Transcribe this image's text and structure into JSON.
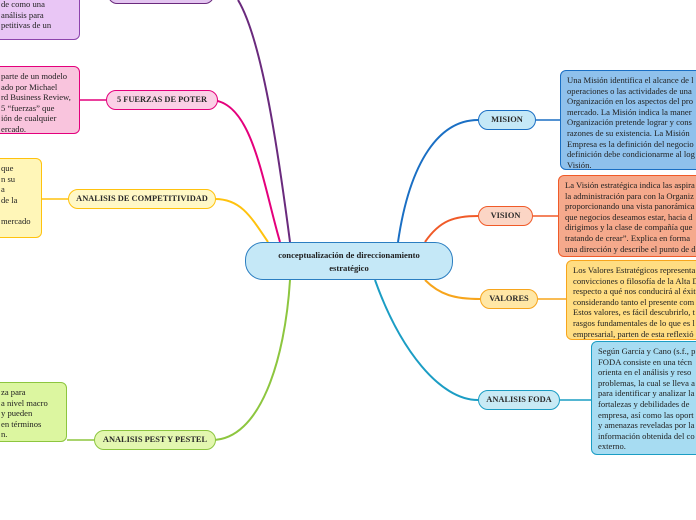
{
  "central": {
    "label": "conceptualización de direccionamiento\nestratégico"
  },
  "colors": {
    "purple": "#6a2a7d",
    "pink": "#e4007c",
    "yellow": "#ffc20e",
    "green": "#8dc63f",
    "blue": "#1a6fc4",
    "orange": "#f05a28",
    "amber": "#f7a51c",
    "teal": "#1b9dc4"
  },
  "branches": {
    "top_left_note": "de como una\nanálisis para\npetitivas de un",
    "fuerzas": {
      "label": "5 FUERZAS DE POTER",
      "note": "parte de un modelo\nado por Michael\nrd Business Review,\n5 “fuerzas” que\nión de cualquier\nercado."
    },
    "competitividad": {
      "label": "ANALISIS DE COMPETITIVIDAD",
      "note": "que\nn su\na\nde la\n\nmercado"
    },
    "pest": {
      "label": "ANALISIS PEST Y PESTEL",
      "note": "za para\na nivel macro\ny pueden\nen términos\nn."
    },
    "mision": {
      "label": "MISION",
      "note": "Una Misión identifica el alcance de l\noperaciones o las actividades de una\nOrganización en los aspectos del pro\nmercado. La Misión indica la maner\nOrganización pretende lograr y cons\nrazones de su existencia. La Misión\nEmpresa es la definición del negocio\ndefinición debe condicionarme al log\nVisión."
    },
    "vision": {
      "label": "VISION",
      "note": "La Visión estratégica indica las aspira\nla administración para con la Organiz\nproporcionando una vista panorámica\nque negocios deseamos estar, hacia d\ndirigimos y la clase de compañía que\ntratando de crear”. Explica en forma\nuna dirección y describe el punto de d"
    },
    "valores": {
      "label": "VALORES",
      "note": "Los Valores Estratégicos representa\nconvicciones o filosofía de la Alta D\nrespecto a qué nos conducirá al éxit\nconsiderando tanto el presente com\nEstos valores, es fácil descubrirlo, t\nrasgos fundamentales de lo que es l\nempresarial, parten de esta reflexió"
    },
    "foda": {
      "label": "ANALISIS FODA",
      "note": "Según García y Cano (s.f., p\nFODA consiste en una técn\norienta en el análisis y reso\nproblemas, la cual se lleva a\npara identificar y analizar la\nfortalezas y debilidades de\nempresa, así como las oport\ny amenazas reveladas por la\ninformación obtenida del co\nexterno."
    }
  }
}
